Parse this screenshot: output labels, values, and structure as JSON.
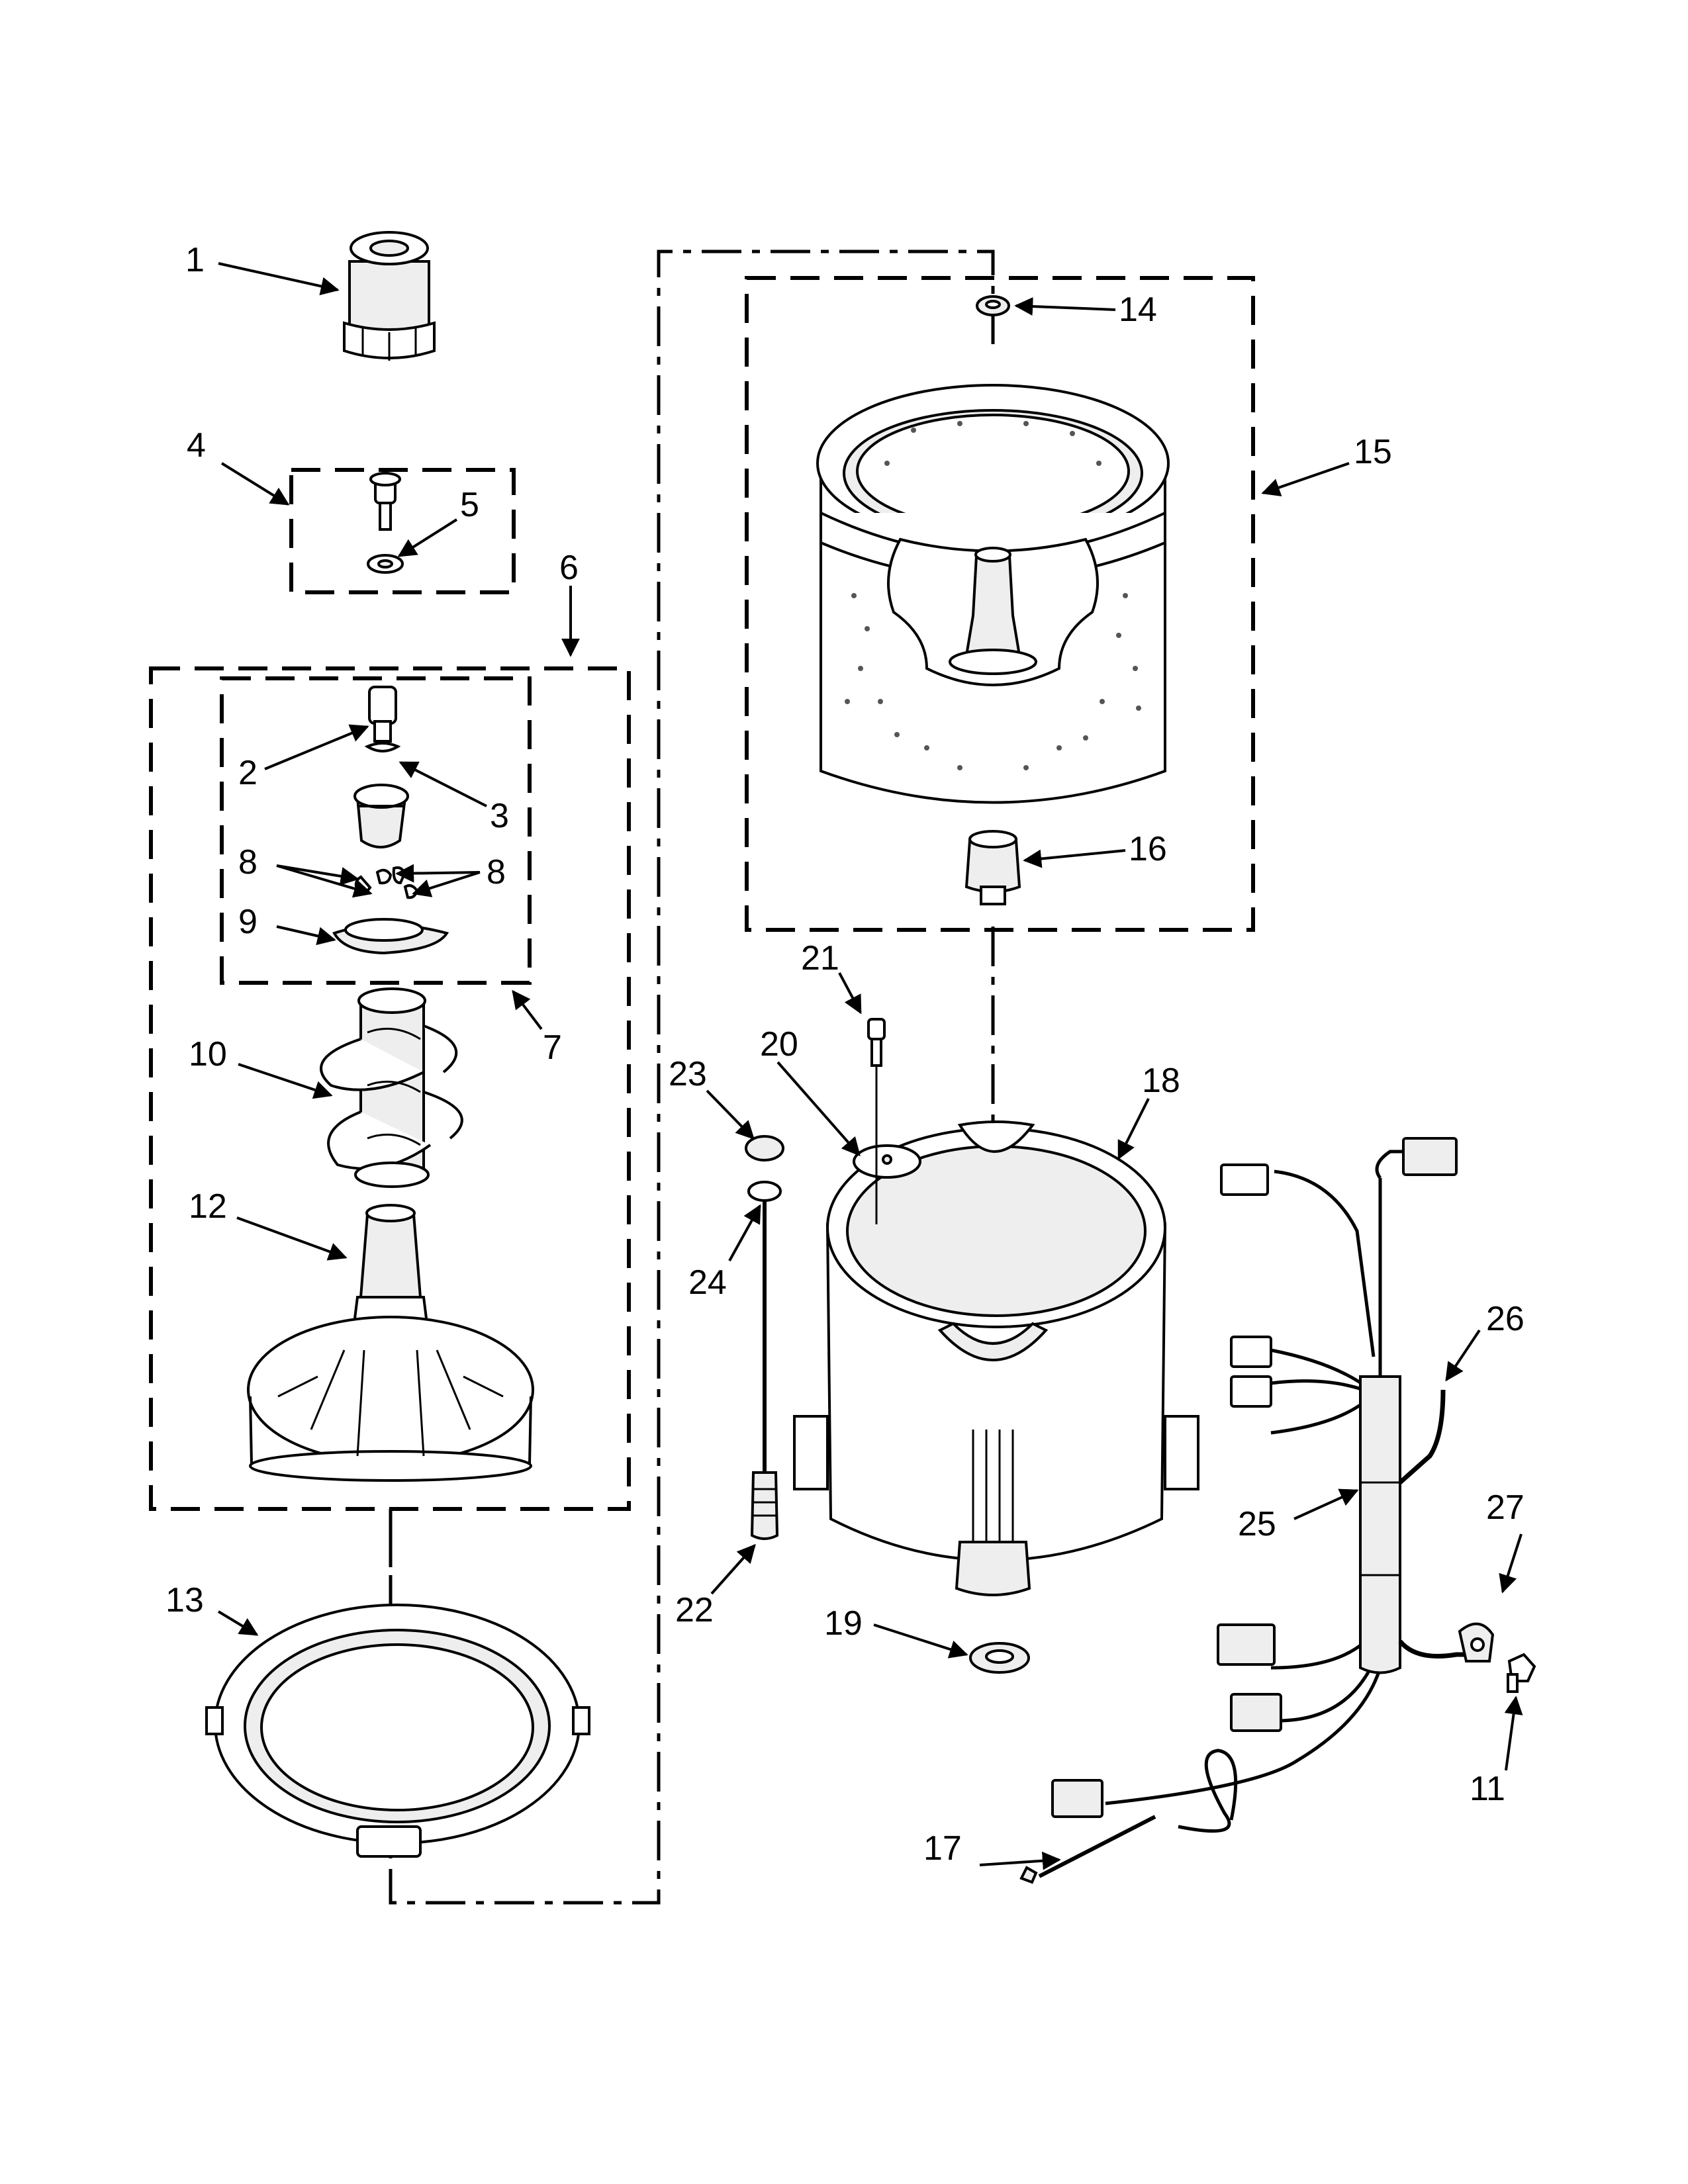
{
  "callouts": {
    "c1": "1",
    "c2": "2",
    "c3": "3",
    "c4": "4",
    "c5": "5",
    "c6": "6",
    "c7": "7",
    "c8a": "8",
    "c8b": "8",
    "c9": "9",
    "c10": "10",
    "c11": "11",
    "c12": "12",
    "c13": "13",
    "c14": "14",
    "c15": "15",
    "c16": "16",
    "c17": "17",
    "c18": "18",
    "c19": "19",
    "c20": "20",
    "c21": "21",
    "c22": "22",
    "c23": "23",
    "c24": "24",
    "c25": "25",
    "c26": "26",
    "c27": "27"
  }
}
